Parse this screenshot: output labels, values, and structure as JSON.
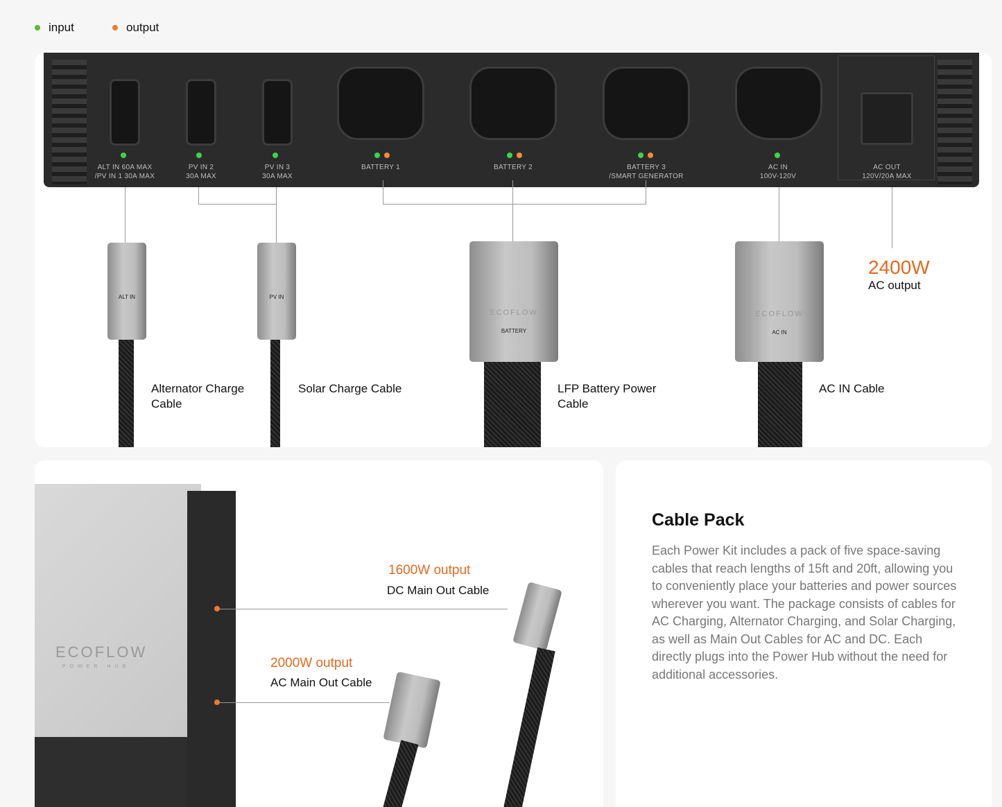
{
  "legend": {
    "input": "input",
    "output": "output",
    "input_color": "#5cb83a",
    "output_color": "#f07a2e"
  },
  "ports": [
    {
      "label1": "ALT IN 60A MAX",
      "label2": "/PV IN 1 30A MAX"
    },
    {
      "label1": "PV IN 2",
      "label2": "30A MAX"
    },
    {
      "label1": "PV IN 3",
      "label2": "30A MAX"
    },
    {
      "label1": "BATTERY 1",
      "label2": ""
    },
    {
      "label1": "BATTERY 2",
      "label2": ""
    },
    {
      "label1": "BATTERY 3",
      "label2": "/SMART GENERATOR"
    },
    {
      "label1": "AC IN",
      "label2": "100V-120V"
    },
    {
      "label1": "AC OUT",
      "label2": "120V/20A MAX"
    }
  ],
  "connectors": {
    "alt": "ALT IN",
    "pv": "PV IN",
    "battery": "BATTERY",
    "acin": "AC IN",
    "brand": "ECOFLOW"
  },
  "cables": {
    "alt": "Alternator Charge Cable",
    "solar": "Solar Charge Cable",
    "lfp": "LFP Battery Power Cable",
    "acin": "AC IN Cable"
  },
  "ac_output": {
    "power": "2400W",
    "label": "AC output"
  },
  "main_out": {
    "dc_power": "1600W output",
    "dc_label": "DC Main Out Cable",
    "ac_power": "2000W output",
    "ac_label": "AC Main Out Cable",
    "brand": "ECOFLOW",
    "sub": "POWER HUB"
  },
  "cable_pack": {
    "title": "Cable Pack",
    "body": "Each Power Kit includes a pack of five space-saving cables that reach lengths of 15ft and 20ft, allowing you to conveniently place your batteries and power sources wherever you want. The package consists of cables for AC Charging, Alternator Charging, and Solar Charging, as well as Main Out Cables for AC and DC. Each directly plugs into the Power Hub without the need for additional accessories."
  },
  "colors": {
    "accent": "#e4691f",
    "hub": "#2b2b2b"
  }
}
